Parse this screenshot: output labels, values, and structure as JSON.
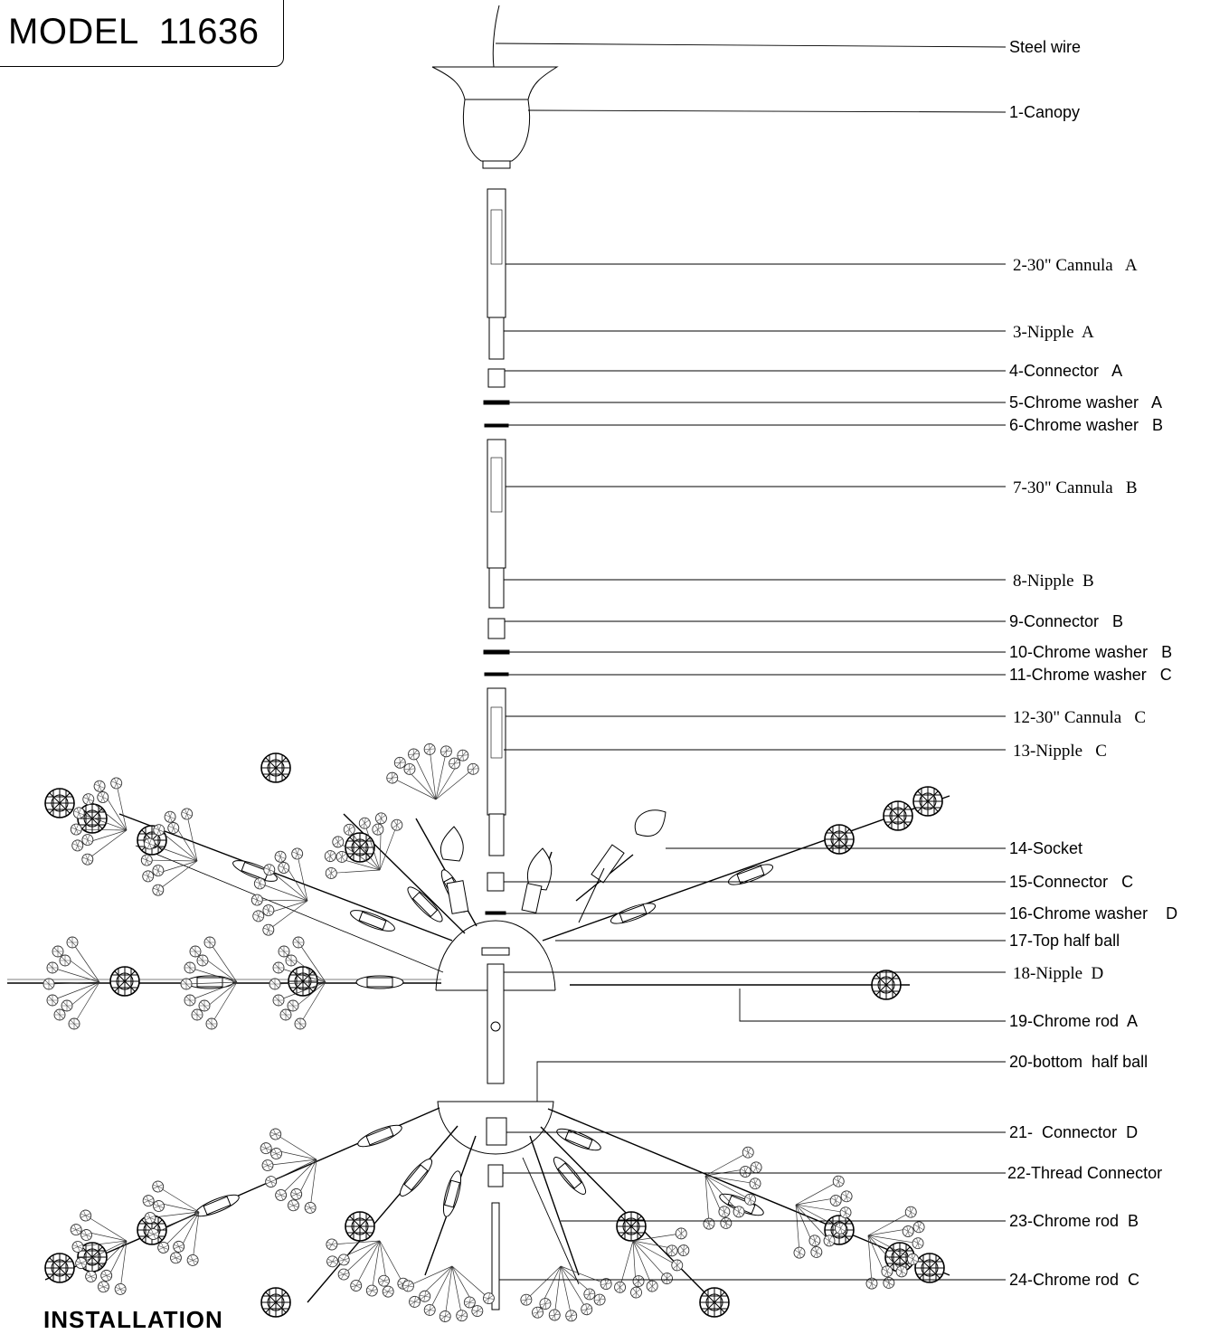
{
  "model": {
    "label": "MODEL",
    "number": "11636"
  },
  "footer": {
    "text": "INSTALLATION"
  },
  "parts": [
    {
      "id": "steel-wire",
      "label": "Steel wire",
      "font": "sans"
    },
    {
      "id": "canopy",
      "label": "1-Canopy",
      "font": "sans"
    },
    {
      "id": "cannula-a",
      "label": "2-30\" Cannula   A",
      "font": "serif"
    },
    {
      "id": "nipple-a",
      "label": "3-Nipple  A",
      "font": "serif"
    },
    {
      "id": "connector-a",
      "label": "4-Connector   A",
      "font": "sans"
    },
    {
      "id": "washer-a",
      "label": "5-Chrome washer   A",
      "font": "sans"
    },
    {
      "id": "washer-b",
      "label": "6-Chrome washer   B",
      "font": "sans"
    },
    {
      "id": "cannula-b",
      "label": "7-30\" Cannula   B",
      "font": "serif"
    },
    {
      "id": "nipple-b",
      "label": "8-Nipple  B",
      "font": "serif"
    },
    {
      "id": "connector-b",
      "label": "9-Connector   B",
      "font": "sans"
    },
    {
      "id": "washer-b2",
      "label": "10-Chrome washer   B",
      "font": "sans"
    },
    {
      "id": "washer-c",
      "label": "11-Chrome washer   C",
      "font": "sans"
    },
    {
      "id": "cannula-c",
      "label": "12-30\" Cannula   C",
      "font": "serif"
    },
    {
      "id": "nipple-c",
      "label": "13-Nipple   C",
      "font": "serif"
    },
    {
      "id": "socket",
      "label": "14-Socket",
      "font": "sans"
    },
    {
      "id": "connector-c",
      "label": "15-Connector   C",
      "font": "sans"
    },
    {
      "id": "washer-d",
      "label": "16-Chrome washer    D",
      "font": "sans"
    },
    {
      "id": "top-half-ball",
      "label": "17-Top half ball",
      "font": "sans"
    },
    {
      "id": "nipple-d",
      "label": "18-Nipple  D",
      "font": "serif"
    },
    {
      "id": "chrome-rod-a",
      "label": "19-Chrome rod  A",
      "font": "sans"
    },
    {
      "id": "bottom-half-ball",
      "label": "20-bottom  half ball",
      "font": "sans"
    },
    {
      "id": "connector-d",
      "label": "21-  Connector  D",
      "font": "sans"
    },
    {
      "id": "thread-connector",
      "label": "22-Thread Connector",
      "font": "sans"
    },
    {
      "id": "chrome-rod-b",
      "label": "23-Chrome rod  B",
      "font": "sans"
    },
    {
      "id": "chrome-rod-c",
      "label": "24-Chrome rod  C",
      "font": "sans"
    }
  ]
}
